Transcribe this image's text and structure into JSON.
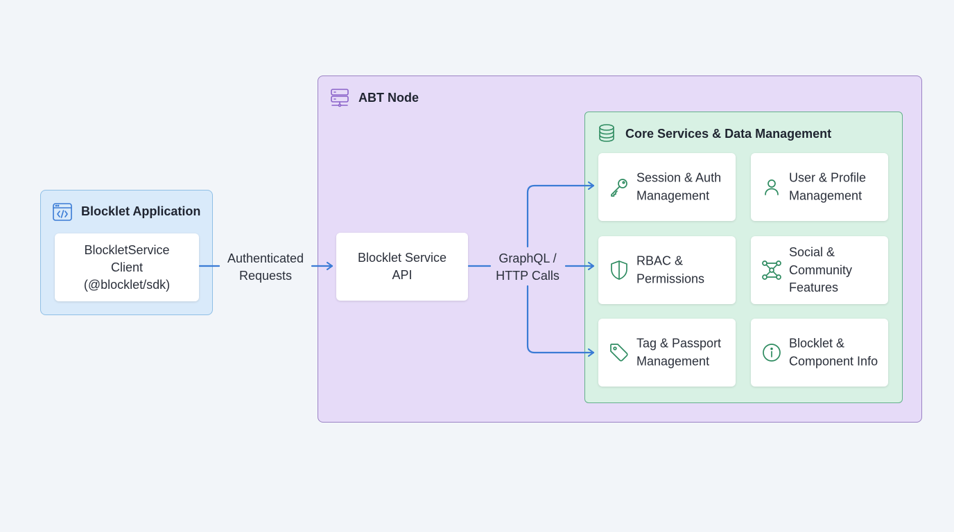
{
  "groups": {
    "app": {
      "title": "Blocklet Application",
      "icon": "code-window-icon"
    },
    "node": {
      "title": "ABT Node",
      "icon": "server-icon"
    },
    "core": {
      "title": "Core Services & Data Management",
      "icon": "database-icon"
    }
  },
  "nodes": {
    "client": {
      "lines": [
        "BlockletService",
        "Client",
        "(@blocklet/sdk)"
      ]
    },
    "api": {
      "lines": [
        "Blocklet Service",
        "API"
      ]
    }
  },
  "services": [
    {
      "lines": [
        "Session & Auth",
        "Management"
      ],
      "icon": "key-icon"
    },
    {
      "lines": [
        "User & Profile",
        "Management"
      ],
      "icon": "user-icon"
    },
    {
      "lines": [
        "RBAC &",
        "Permissions"
      ],
      "icon": "shield-icon"
    },
    {
      "lines": [
        "Social &",
        "Community",
        "Features"
      ],
      "icon": "network-icon"
    },
    {
      "lines": [
        "Tag & Passport",
        "Management"
      ],
      "icon": "tag-icon"
    },
    {
      "lines": [
        "Blocklet &",
        "Component Info"
      ],
      "icon": "info-icon"
    }
  ],
  "edges": {
    "client_to_api": {
      "lines": [
        "Authenticated",
        "Requests"
      ]
    },
    "api_to_services": {
      "lines": [
        "GraphQL /",
        "HTTP Calls"
      ]
    }
  },
  "colors": {
    "edge": "#3a7bd5",
    "app_icon": "#3a7bd5",
    "node_icon": "#8a63c9",
    "core_icon": "#2e8b60"
  }
}
